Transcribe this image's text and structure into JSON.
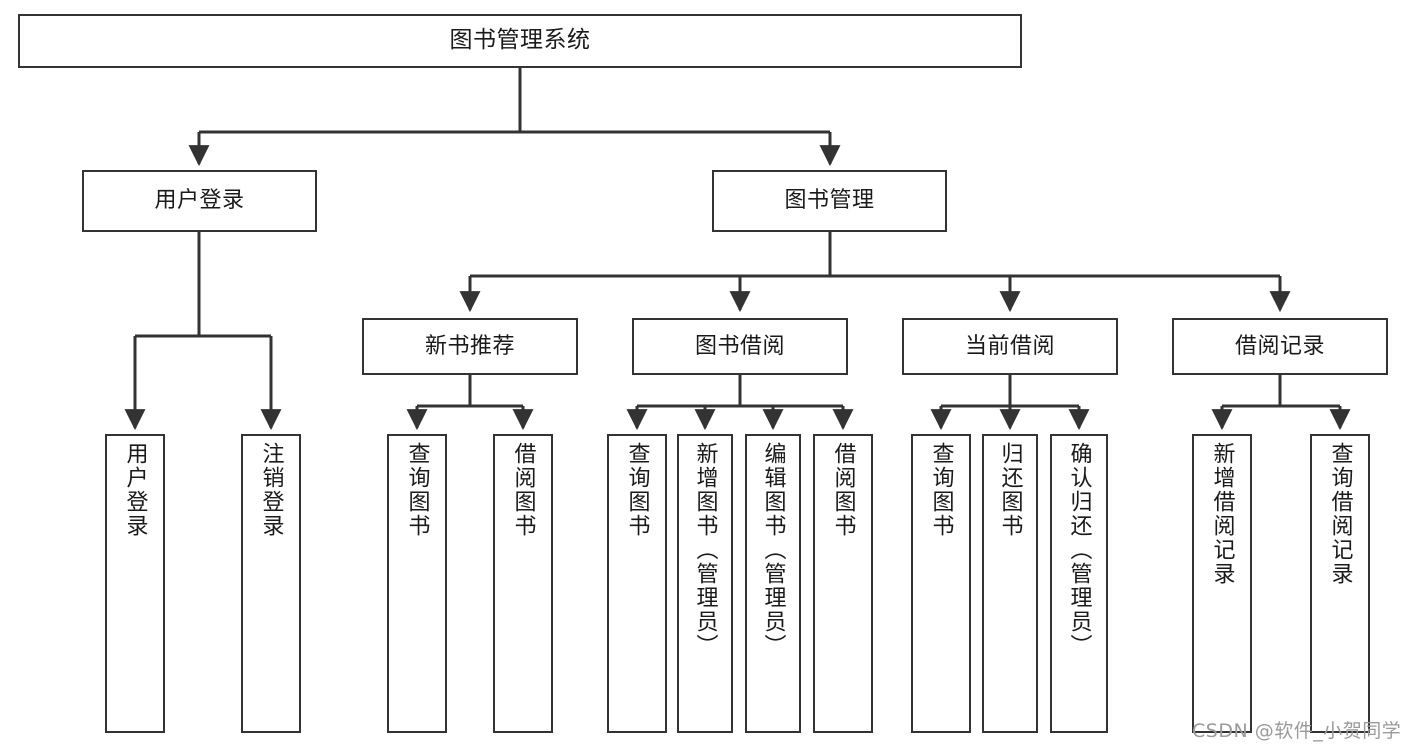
{
  "diagram": {
    "title": "图书管理系统",
    "type": "functional-structure-tree",
    "watermark": "CSDN @软件_小贺同学",
    "colors": {
      "box_border": "#333333",
      "box_fill": "#ffffff",
      "edge": "#333333",
      "text": "#1a1a1a",
      "watermark": "#9a9a9a"
    },
    "nodes": {
      "root": {
        "label": "图书管理系统"
      },
      "level2": [
        {
          "id": "user-login",
          "label": "用户登录"
        },
        {
          "id": "book-management",
          "label": "图书管理"
        }
      ],
      "level3": [
        {
          "id": "new-book-recommend",
          "label": "新书推荐"
        },
        {
          "id": "book-borrow",
          "label": "图书借阅"
        },
        {
          "id": "current-borrow",
          "label": "当前借阅"
        },
        {
          "id": "borrow-record",
          "label": "借阅记录"
        }
      ],
      "leaves": {
        "user-login": [
          {
            "id": "leaf-user-login",
            "label": "用户登录"
          },
          {
            "id": "leaf-logout-login",
            "label": "注销登录"
          }
        ],
        "new-book-recommend": [
          {
            "id": "leaf-query-book-1",
            "label": "查询图书"
          },
          {
            "id": "leaf-borrow-book-1",
            "label": "借阅图书"
          }
        ],
        "book-borrow": [
          {
            "id": "leaf-query-book-2",
            "label": "查询图书"
          },
          {
            "id": "leaf-add-book",
            "label": "新增图书（管理员）"
          },
          {
            "id": "leaf-edit-book",
            "label": "编辑图书（管理员）"
          },
          {
            "id": "leaf-borrow-book-2",
            "label": "借阅图书"
          }
        ],
        "current-borrow": [
          {
            "id": "leaf-query-book-3",
            "label": "查询图书"
          },
          {
            "id": "leaf-return-book",
            "label": "归还图书"
          },
          {
            "id": "leaf-confirm-return",
            "label": "确认归还（管理员）"
          }
        ],
        "borrow-record": [
          {
            "id": "leaf-add-record",
            "label": "新增借阅记录"
          },
          {
            "id": "leaf-query-record",
            "label": "查询借阅记录"
          }
        ]
      }
    }
  }
}
